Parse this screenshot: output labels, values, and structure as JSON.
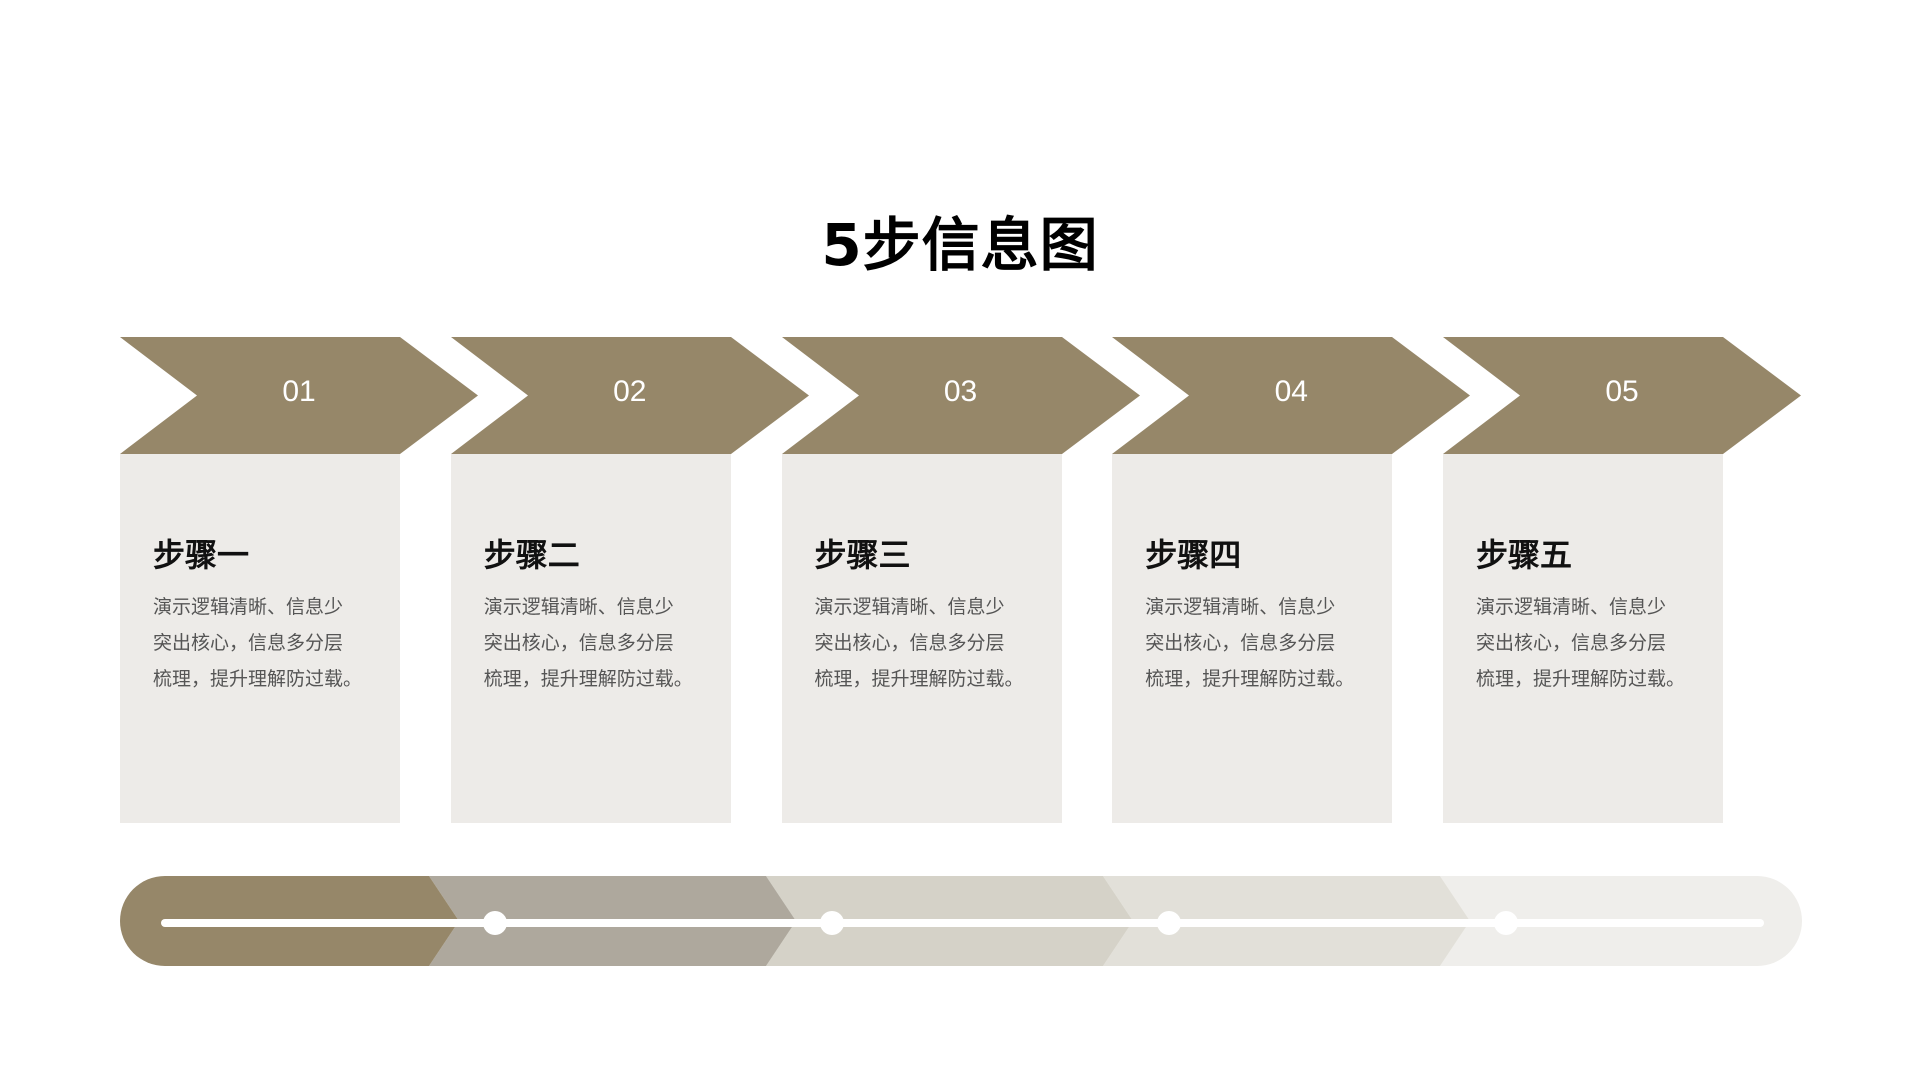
{
  "title": "5步信息图",
  "colors": {
    "accent": "#968769",
    "card_bg": "#edebe8",
    "progress": [
      "#968769",
      "#aea89d",
      "#d5d2c8",
      "#e2e0d9",
      "#efeeeb"
    ]
  },
  "steps": [
    {
      "number": "01",
      "heading": "步骤一",
      "lines": [
        "演示逻辑清晰、信息少",
        "突出核心，信息多分层",
        "梳理，提升理解防过载。"
      ]
    },
    {
      "number": "02",
      "heading": "步骤二",
      "lines": [
        "演示逻辑清晰、信息少",
        "突出核心，信息多分层",
        "梳理，提升理解防过载。"
      ]
    },
    {
      "number": "03",
      "heading": "步骤三",
      "lines": [
        "演示逻辑清晰、信息少",
        "突出核心，信息多分层",
        "梳理，提升理解防过载。"
      ]
    },
    {
      "number": "04",
      "heading": "步骤四",
      "lines": [
        "演示逻辑清晰、信息少",
        "突出核心，信息多分层",
        "梳理，提升理解防过载。"
      ]
    },
    {
      "number": "05",
      "heading": "步骤五",
      "lines": [
        "演示逻辑清晰、信息少",
        "突出核心，信息多分层",
        "梳理，提升理解防过载。"
      ]
    }
  ]
}
